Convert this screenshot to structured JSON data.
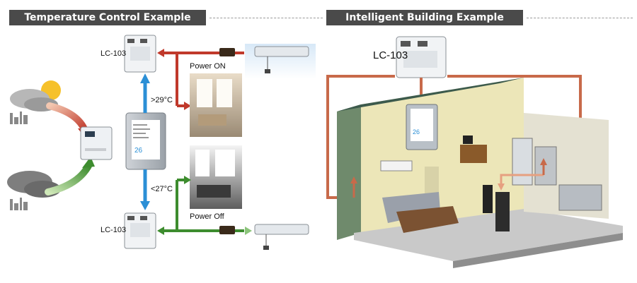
{
  "left_panel": {
    "title": "Temperature Control Example",
    "device_top_label": "LC-103",
    "device_bottom_label": "LC-103",
    "threshold_high": ">29°C",
    "threshold_low": "<27°C",
    "power_on_label": "Power ON",
    "power_off_label": "Power Off",
    "panel_display_value": "26"
  },
  "right_panel": {
    "title": "Intelligent Building Example",
    "device_label": "LC-103",
    "panel_display_value": "26"
  },
  "colors": {
    "title_bg": "#4a4a4a",
    "hot_arrow": "#c0392b",
    "cold_arrow": "#3d8c2e",
    "data_arrow": "#2b8fd6",
    "building_line": "#c86a4a"
  }
}
